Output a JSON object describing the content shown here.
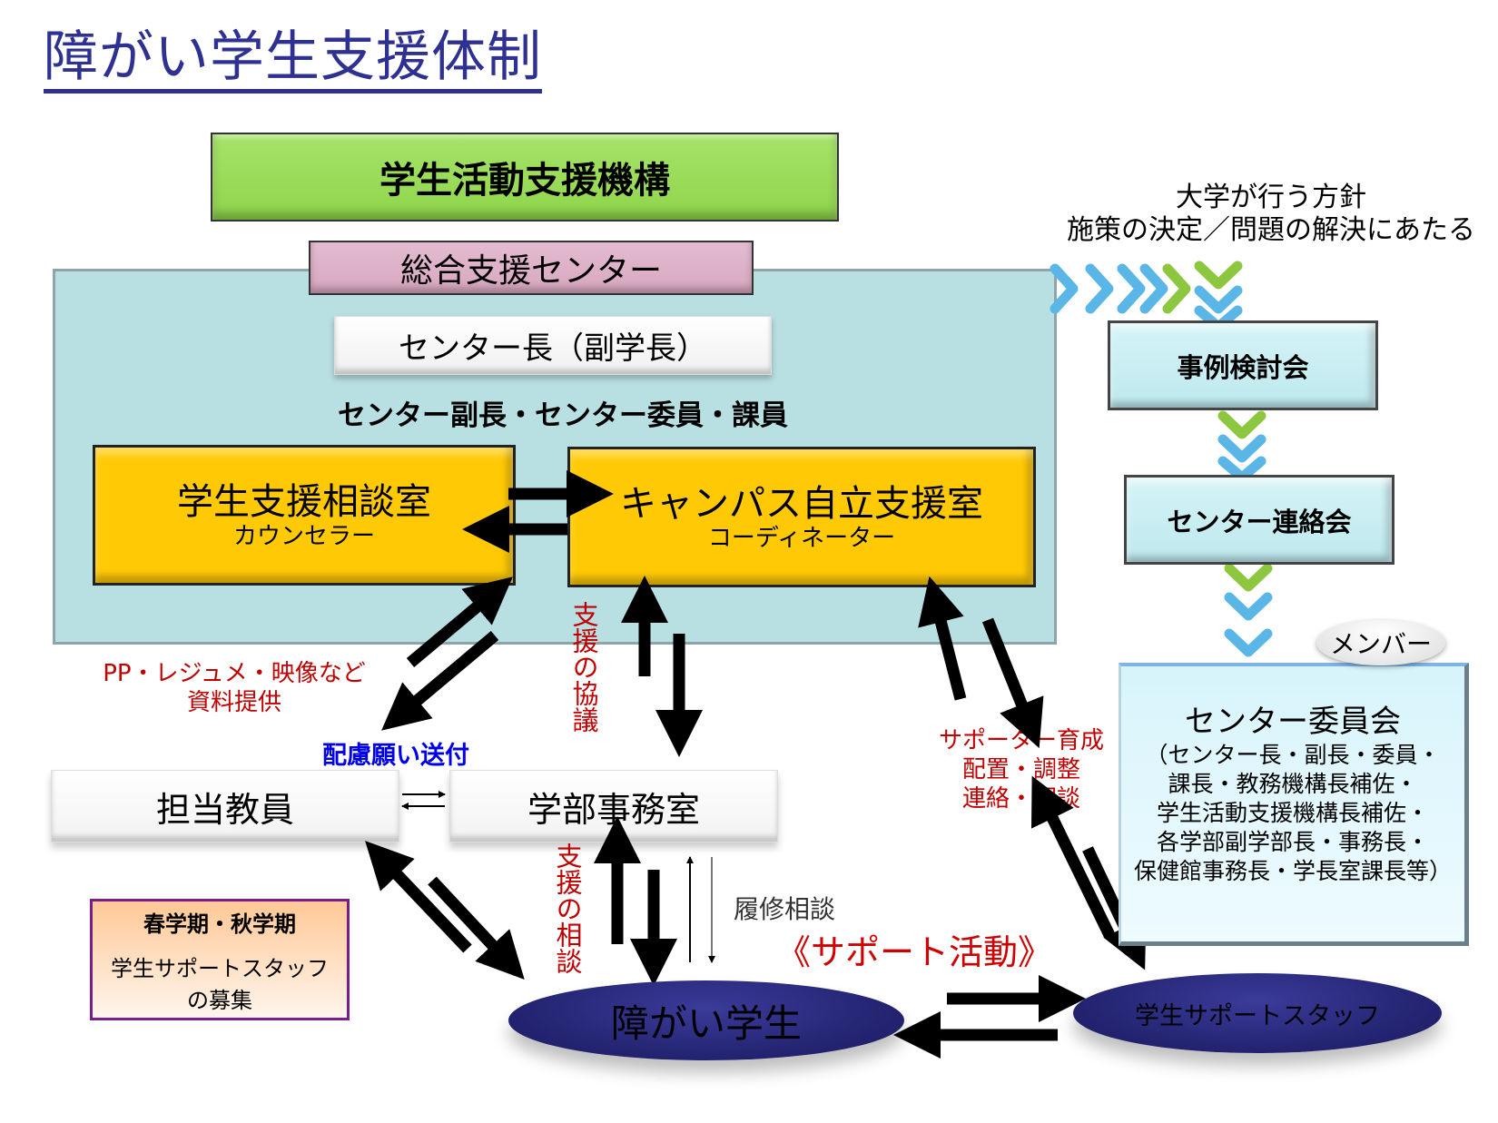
{
  "title": "障がい学生支援体制",
  "organization": "学生活動支援機構",
  "center": {
    "name": "総合支援センター",
    "director": "センター長（副学長）",
    "staff": "センター副長・センター委員・課員",
    "offices": [
      {
        "name": "学生支援相談室",
        "role": "カウンセラー"
      },
      {
        "name": "キャンパス自立支援室",
        "role": "コーディネーター"
      }
    ]
  },
  "nodes": {
    "teacher": "担当教員",
    "faculty_office": "学部事務室",
    "disabled_student": "障がい学生",
    "support_staff": "学生サポートスタッフ"
  },
  "labels": {
    "materials_line1": "PP・レジュメ・映像など",
    "materials_line2": "資料提供",
    "send_request": "配慮願い送付",
    "support_discussion": "支援の協議",
    "support_consultation": "支援の相談",
    "course_consultation": "履修相談",
    "support_activity": "《サポート活動》",
    "supporter_line1": "サポーター育成",
    "supporter_line2": "配置・調整",
    "supporter_line3": "連絡・相談"
  },
  "recruit": {
    "term": "春学期・秋学期",
    "line1": "学生サポートスタッフ",
    "line2": "の募集"
  },
  "policy": {
    "line1": "大学が行う方針",
    "line2": "施策の決定／問題の解決にあたる"
  },
  "flow": {
    "case_review": "事例検討会",
    "liaison": "センター連絡会"
  },
  "committee": {
    "badge": "メンバー",
    "title": "センター委員会",
    "members": [
      "（センター長・副長・委員・",
      "課長・教務機構長補佐・",
      "学生活動支援機構長補佐・",
      "各学部副学部長・事務長・",
      "保健館事務長・学長室課長等）"
    ]
  },
  "colors": {
    "title": "#2e3192",
    "organization": "#92d650",
    "center_title": "#d9a9c2",
    "center_panel": "#b8dfe2",
    "office": "#ffca05",
    "label_red": "#c00000",
    "label_blue": "#0000e6",
    "ellipse": "#22226f",
    "chevron_blue": "#5bb6e8",
    "chevron_green": "#8dc63f"
  }
}
